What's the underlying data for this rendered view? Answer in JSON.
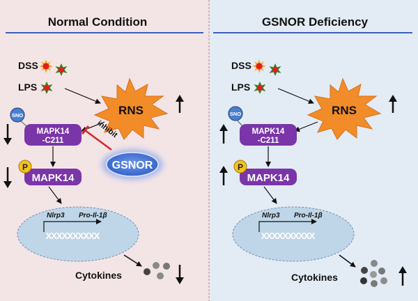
{
  "left_panel": {
    "title": "Normal Condition",
    "dss_label": "DSS",
    "lps_label": "LPS",
    "rns_label": "RNS",
    "sno_label": "SNO",
    "mapk_c211_line1": "MAPK14",
    "mapk_c211_line2": "-C211",
    "p_label": "P",
    "mapk14_label": "MAPK14",
    "inhibit_label": "inhibit",
    "gsnor_label": "GSNOR",
    "gene1": "Nlrp3",
    "gene2": "Pro-Il-1β",
    "dna_text": "XXXXXXXXXX",
    "cytokines_label": "Cytokines"
  },
  "right_panel": {
    "title": "GSNOR Deficiency",
    "dss_label": "DSS",
    "lps_label": "LPS",
    "rns_label": "RNS",
    "sno_label": "SNO",
    "mapk_c211_line1": "MAPK14",
    "mapk_c211_line2": "-C211",
    "p_label": "P",
    "mapk14_label": "MAPK14",
    "gene1": "Nlrp3",
    "gene2": "Pro-Il-1β",
    "dna_text": "XXXXXXXXXX",
    "cytokines_label": "Cytokines"
  },
  "colors": {
    "left_bg": "#f3e4e6",
    "right_bg": "#e3ebf4",
    "title_rule": "#3a5fb8",
    "rns_orange": "#f28c28",
    "mapk_purple": "#7a35a8",
    "sno_blue": "#4a7fd0",
    "p_yellow": "#f5c21b",
    "gsnor_blue": "#3f6fd6",
    "inhibit_red": "#d9252b",
    "nucleus_fill": "#bfd6e8"
  }
}
